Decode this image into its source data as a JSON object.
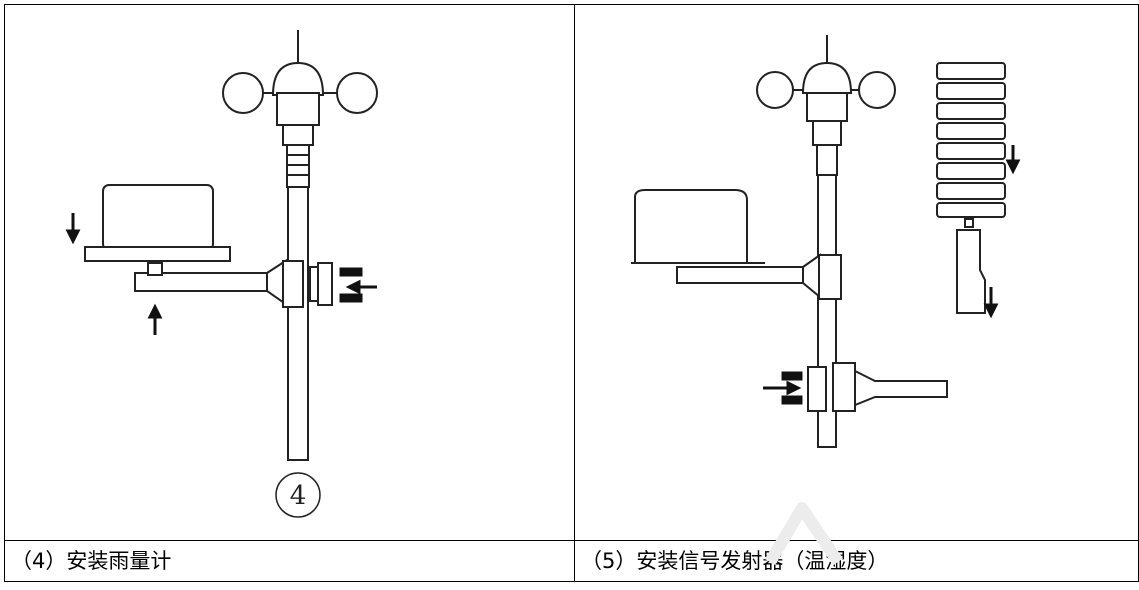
{
  "figures": [
    {
      "step_marker": "④",
      "caption": "（4）安装雨量计"
    },
    {
      "caption": "（5）安装信号发射器（温湿度）"
    }
  ]
}
